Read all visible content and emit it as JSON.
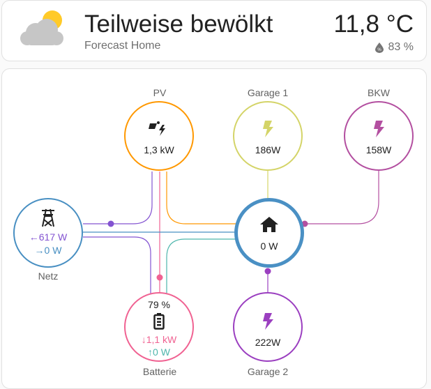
{
  "weather": {
    "condition": "Teilweise bewölkt",
    "location": "Forecast Home",
    "temperature": "11,8 °C",
    "humidity": "83 %",
    "icon": "partly-cloudy-icon"
  },
  "energy": {
    "pv": {
      "label": "PV",
      "value": "1,3 kW",
      "icon": "solar-power-icon",
      "color": "#ff9800"
    },
    "garage1": {
      "label": "Garage 1",
      "value": "186W",
      "icon": "lightning-icon",
      "color": "#d4d468"
    },
    "bkw": {
      "label": "BKW",
      "value": "158W",
      "icon": "lightning-icon",
      "color": "#b34fa0"
    },
    "grid": {
      "label": "Netz",
      "import": "617 W",
      "export": "0 W",
      "icon": "transmission-tower-icon",
      "color": "#488fc2",
      "import_color": "#8353d1"
    },
    "home": {
      "value": "0 W",
      "icon": "home-icon",
      "color": "#4a90c4"
    },
    "battery": {
      "label": "Batterie",
      "soc": "79 %",
      "discharge": "1,1 kW",
      "charge": "0 W",
      "icon": "battery-icon",
      "color": "#f06292",
      "charge_color": "#4db6ac"
    },
    "garage2": {
      "label": "Garage 2",
      "value": "222W",
      "icon": "lightning-icon",
      "color": "#9b3fc0"
    }
  }
}
